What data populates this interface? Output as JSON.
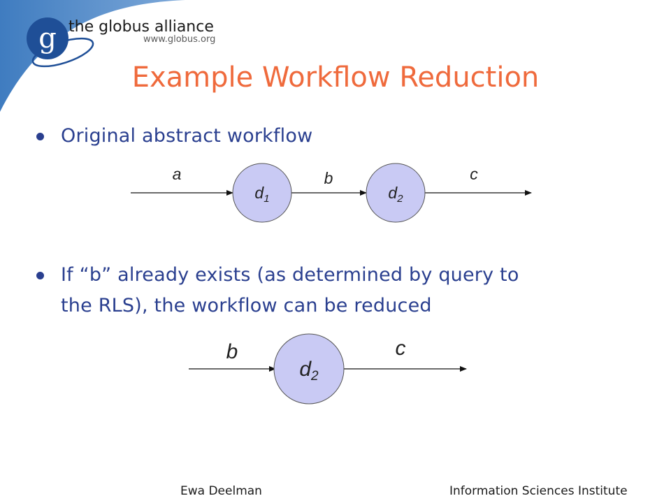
{
  "brand": {
    "name": "the globus alliance",
    "url": "www.globus.org",
    "logo_letter": "g"
  },
  "title": "Example Workflow Reduction",
  "bullets": [
    {
      "lines": [
        "Original abstract workflow"
      ]
    },
    {
      "lines": [
        "If “b” already exists (as determined by query to",
        "the RLS), the workflow can be reduced"
      ]
    }
  ],
  "diagram_original": {
    "edges": [
      {
        "label": "a"
      },
      {
        "label": "b"
      },
      {
        "label": "c"
      }
    ],
    "nodes": [
      {
        "base": "d",
        "sub": "1"
      },
      {
        "base": "d",
        "sub": "2"
      }
    ]
  },
  "diagram_reduced": {
    "edges": [
      {
        "label": "b"
      },
      {
        "label": "c"
      }
    ],
    "nodes": [
      {
        "base": "d",
        "sub": "2"
      }
    ]
  },
  "footer": {
    "left": "Ewa Deelman",
    "right": "Information Sciences Institute"
  },
  "colors": {
    "title": "#ef6a3c",
    "text": "#2a3f8f",
    "node_fill": "#c9caf4",
    "banner": "#4b86c3"
  }
}
